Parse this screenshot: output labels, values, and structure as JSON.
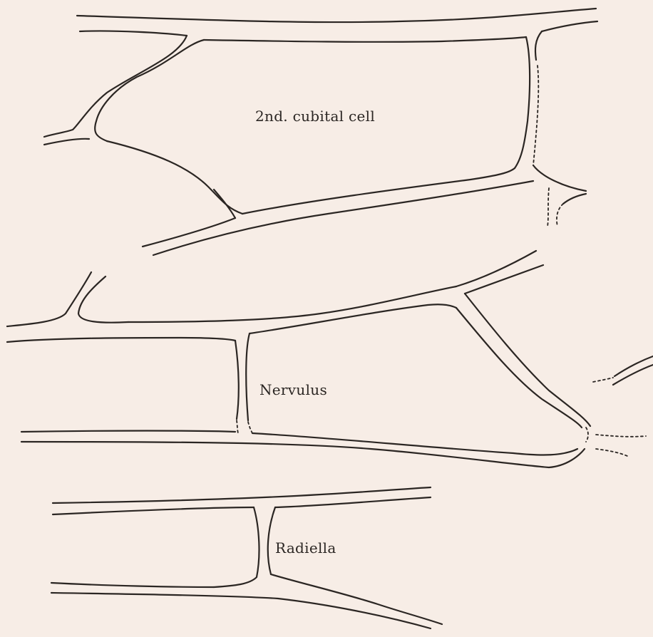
{
  "diagram": {
    "labels": {
      "cubital": "2nd. cubital cell",
      "nervulus": "Nervulus",
      "radiella": "Radiella"
    },
    "colors": {
      "background": "#f7ede6",
      "ink": "#2b2623"
    }
  }
}
